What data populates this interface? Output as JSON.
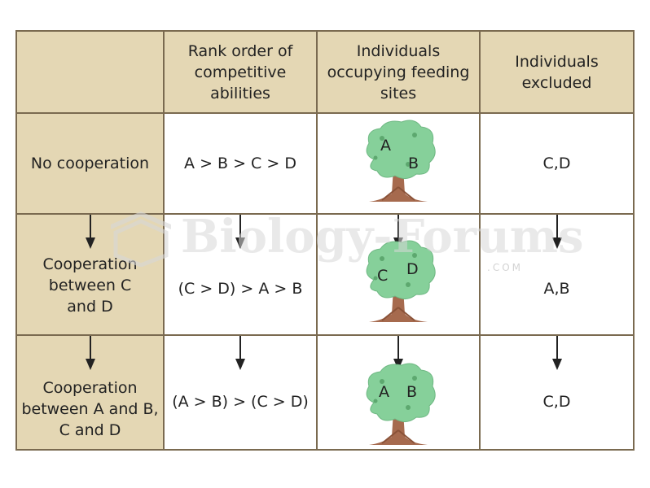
{
  "headers": [
    "",
    "Rank order of competitive abilities",
    "Individuals occupying feeding sites",
    "Individuals excluded"
  ],
  "rows": [
    {
      "label": "No cooperation",
      "rank": "A > B > C > D",
      "tree_left": "A",
      "tree_right": "B",
      "excluded": "C,D"
    },
    {
      "label": "Cooperation between C and D",
      "rank": "(C > D) > A > B",
      "tree_left": "C",
      "tree_right": "D",
      "excluded": "A,B"
    },
    {
      "label": "Cooperation between A and B, C and D",
      "rank": "(A > B) > (C > D)",
      "tree_left": "A",
      "tree_right": "B",
      "excluded": "C,D"
    }
  ],
  "watermark": {
    "text": "Biology-Forums",
    "sub": ".COM"
  },
  "colors": {
    "header_bg": "#e4d7b4",
    "border": "#7a6a50",
    "tree_foliage": "#86d09a",
    "tree_trunk": "#a66a4e"
  }
}
